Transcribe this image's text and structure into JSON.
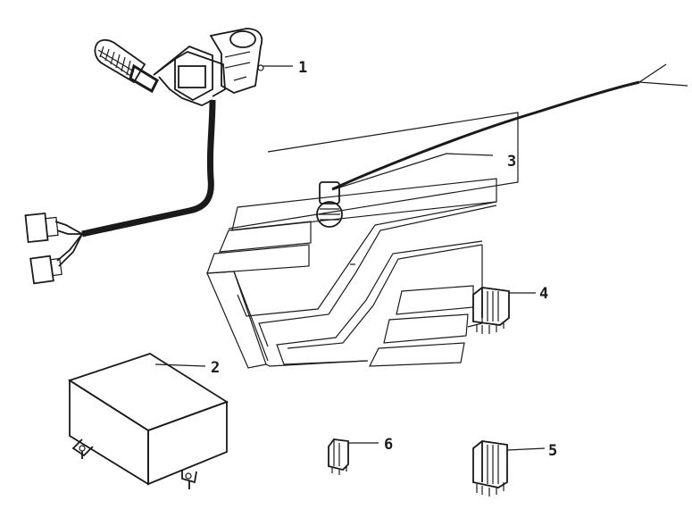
{
  "callouts": [
    {
      "id": "1",
      "text": "1"
    },
    {
      "id": "2",
      "text": "2"
    },
    {
      "id": "3",
      "text": "3"
    },
    {
      "id": "4",
      "text": "4"
    },
    {
      "id": "5",
      "text": "5"
    },
    {
      "id": "6",
      "text": "6"
    }
  ],
  "colors": {
    "ink": "#1a1a1a",
    "background": "#ffffff"
  }
}
